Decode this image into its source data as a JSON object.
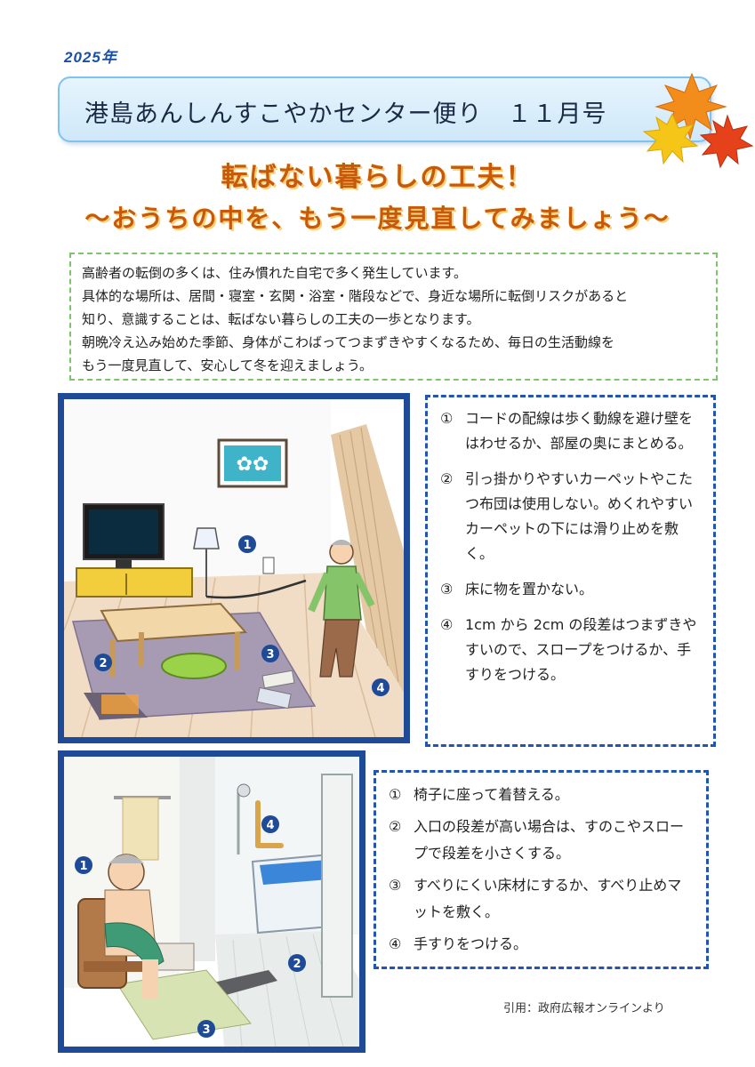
{
  "header": {
    "year": "2025年",
    "title": "港島あんしんすこやかセンター便り　１１月号"
  },
  "headline": {
    "line1": "転ばない暮らしの工夫！",
    "line2": "～おうちの中を、もう一度見直してみましょう～"
  },
  "intro": {
    "lines": [
      "高齢者の転倒の多くは、住み慣れた自宅で多く発生しています。",
      "具体的な場所は、居間・寝室・玄関・浴室・階段などで、身近な場所に転倒リスクがあると",
      "知り、意識することは、転ばない暮らしの工夫の一歩となります。",
      "朝晩冷え込み始めた季節、身体がこわばってつまずきやすくなるため、毎日の生活動線を",
      "もう一度見直して、安心して冬を迎えましょう。"
    ]
  },
  "living_room": {
    "markers": [
      "1",
      "2",
      "3",
      "4"
    ],
    "tips": [
      {
        "num": "①",
        "text": "コードの配線は歩く動線を避け壁をはわせるか、部屋の奥にまとめる。"
      },
      {
        "num": "②",
        "text": "引っ掛かりやすいカーペットやこたつ布団は使用しない。めくれやすいカーペットの下には滑り止めを敷く。"
      },
      {
        "num": "③",
        "text": "床に物を置かない。"
      },
      {
        "num": "④",
        "text": "1cm から 2cm の段差はつまずきやすいので、スロープをつけるか、手すりをつける。"
      }
    ]
  },
  "bathroom": {
    "markers": [
      "1",
      "2",
      "3",
      "4"
    ],
    "tips": [
      {
        "num": "①",
        "text": "椅子に座って着替える。"
      },
      {
        "num": "②",
        "text": "入口の段差が高い場合は、すのこやスロープで段差を小さくする。"
      },
      {
        "num": "③",
        "text": "すべりにくい床材にするか、すべり止めマットを敷く。"
      },
      {
        "num": "④",
        "text": "手すりをつける。"
      }
    ]
  },
  "source": "引用：政府広報オンラインより",
  "colors": {
    "title_border": "#7ec3ef",
    "headline": "#c8590b",
    "intro_border": "#7cc56a",
    "frame": "#1e4a98",
    "tips_border": "#2354b0"
  }
}
